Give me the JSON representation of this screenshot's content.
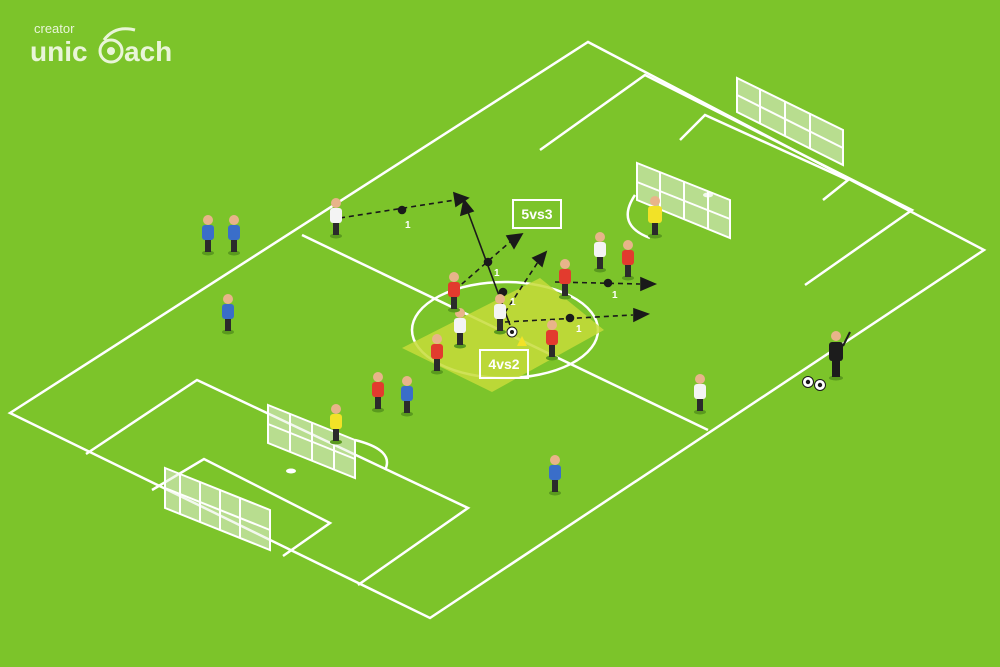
{
  "logo": {
    "small": "creator",
    "big_left": "unic",
    "big_right": "ach"
  },
  "labels": {
    "zone_outer": "5vs3",
    "zone_inner": "4vs2"
  },
  "pass_number": "1",
  "colors": {
    "grass": "#7cc42a",
    "zone": "#c7dc3a",
    "red_team": "#e23b2e",
    "white_team": "#f4f4f4",
    "blue_team": "#3a6ec9",
    "keeper": "#f2e227",
    "referee": "#1c1c1c"
  }
}
